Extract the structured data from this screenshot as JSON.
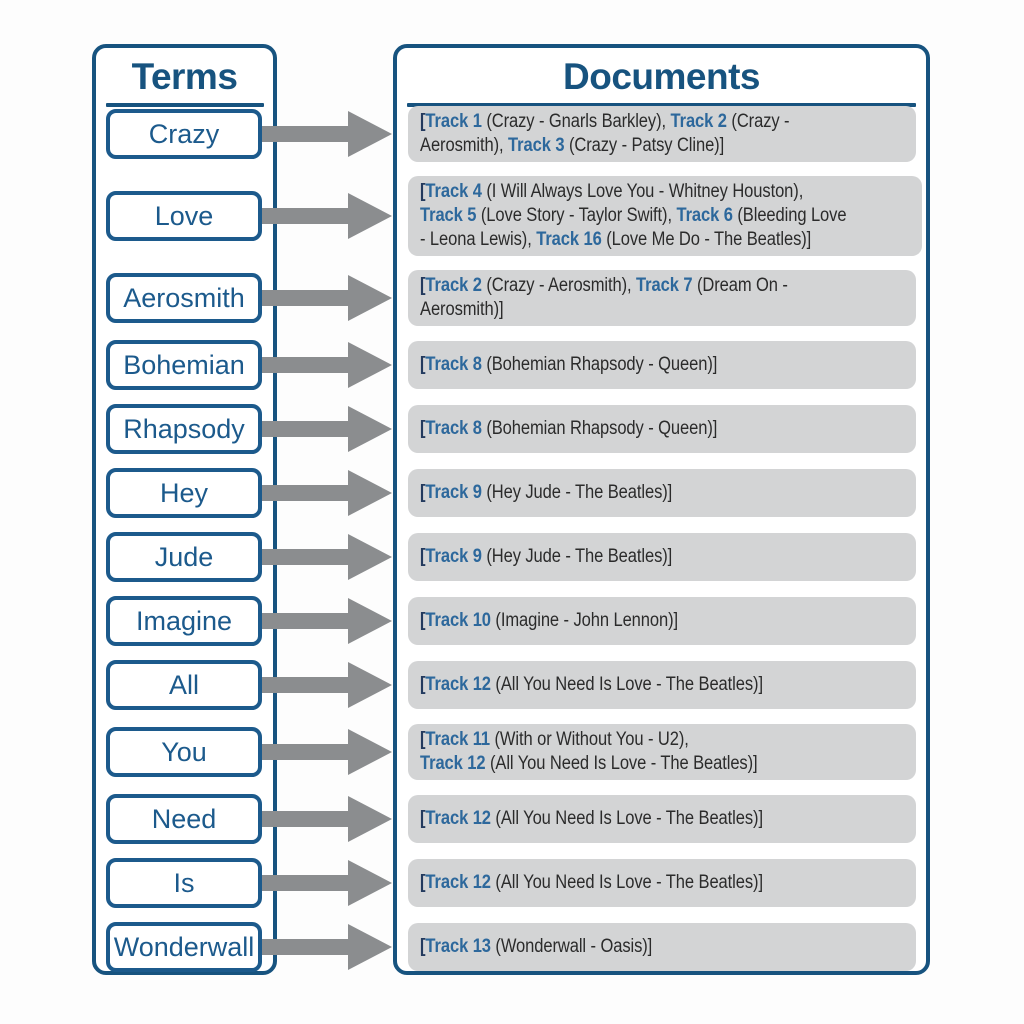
{
  "headers": {
    "terms": "Terms",
    "documents": "Documents"
  },
  "colors": {
    "panel_border_blue": "#17537f",
    "term_blue": "#1c5a8c",
    "track_link_blue": "#2d689c",
    "body_text": "#2b2b2b",
    "doc_box_gray": "#d3d4d5",
    "arrow_gray": "#8b8d8f"
  },
  "rows": [
    {
      "term": "Crazy",
      "doc_parts": [
        {
          "t": "bracket",
          "s": "["
        },
        {
          "t": "track",
          "s": "Track 1"
        },
        {
          "t": "text",
          "s": " (Crazy - Gnarls Barkley), "
        },
        {
          "t": "track",
          "s": "Track 2"
        },
        {
          "t": "text",
          "s": " (Crazy -"
        },
        {
          "t": "text",
          "s": "Aerosmith), "
        },
        {
          "t": "track",
          "s": "Track 3"
        },
        {
          "t": "text",
          "s": " (Crazy - Patsy Cline)]"
        }
      ]
    },
    {
      "term": "Love",
      "doc_parts": [
        {
          "t": "bracket",
          "s": "["
        },
        {
          "t": "track",
          "s": "Track 4"
        },
        {
          "t": "text",
          "s": " (I Will Always Love You - Whitney Houston),"
        },
        {
          "t": "track",
          "s": "Track 5"
        },
        {
          "t": "text",
          "s": " (Love Story - Taylor Swift), "
        },
        {
          "t": "track",
          "s": "Track 6"
        },
        {
          "t": "text",
          "s": " (Bleeding Love"
        },
        {
          "t": "text",
          "s": "- Leona Lewis), "
        },
        {
          "t": "track",
          "s": "Track 16"
        },
        {
          "t": "text",
          "s": " (Love Me Do - The Beatles)]"
        }
      ]
    },
    {
      "term": "Aerosmith",
      "doc_parts": [
        {
          "t": "bracket",
          "s": "["
        },
        {
          "t": "track",
          "s": "Track 2"
        },
        {
          "t": "text",
          "s": " (Crazy - Aerosmith), "
        },
        {
          "t": "track",
          "s": "Track 7"
        },
        {
          "t": "text",
          "s": " (Dream On -"
        },
        {
          "t": "text",
          "s": "Aerosmith)]"
        }
      ]
    },
    {
      "term": "Bohemian",
      "doc_parts": [
        {
          "t": "bracket",
          "s": "["
        },
        {
          "t": "track",
          "s": "Track 8"
        },
        {
          "t": "text",
          "s": " (Bohemian Rhapsody - Queen)]"
        }
      ]
    },
    {
      "term": "Rhapsody",
      "doc_parts": [
        {
          "t": "bracket",
          "s": "["
        },
        {
          "t": "track",
          "s": "Track 8"
        },
        {
          "t": "text",
          "s": " (Bohemian Rhapsody - Queen)]"
        }
      ]
    },
    {
      "term": "Hey",
      "doc_parts": [
        {
          "t": "bracket",
          "s": "["
        },
        {
          "t": "track",
          "s": "Track 9"
        },
        {
          "t": "text",
          "s": " (Hey Jude - The Beatles)]"
        }
      ]
    },
    {
      "term": "Jude",
      "doc_parts": [
        {
          "t": "bracket",
          "s": "["
        },
        {
          "t": "track",
          "s": "Track 9"
        },
        {
          "t": "text",
          "s": " (Hey Jude - The Beatles)]"
        }
      ]
    },
    {
      "term": "Imagine",
      "doc_parts": [
        {
          "t": "bracket",
          "s": "["
        },
        {
          "t": "track",
          "s": "Track 10"
        },
        {
          "t": "text",
          "s": " (Imagine - John Lennon)]"
        }
      ]
    },
    {
      "term": "All",
      "doc_parts": [
        {
          "t": "bracket",
          "s": "["
        },
        {
          "t": "track",
          "s": "Track 12"
        },
        {
          "t": "text",
          "s": " (All You Need Is Love - The Beatles)]"
        }
      ]
    },
    {
      "term": "You",
      "doc_parts": [
        {
          "t": "bracket",
          "s": "["
        },
        {
          "t": "track",
          "s": "Track 11"
        },
        {
          "t": "text",
          "s": " (With or Without You - U2),"
        },
        {
          "t": "track",
          "s": "Track 12"
        },
        {
          "t": "text",
          "s": " (All You Need Is Love - The Beatles)]"
        }
      ]
    },
    {
      "term": "Need",
      "doc_parts": [
        {
          "t": "bracket",
          "s": "["
        },
        {
          "t": "track",
          "s": "Track 12"
        },
        {
          "t": "text",
          "s": " (All You Need Is Love - The Beatles)]"
        }
      ]
    },
    {
      "term": "Is",
      "doc_parts": [
        {
          "t": "bracket",
          "s": "["
        },
        {
          "t": "track",
          "s": "Track 12"
        },
        {
          "t": "text",
          "s": " (All You Need Is Love - The Beatles)]"
        }
      ]
    },
    {
      "term": "Wonderwall",
      "doc_parts": [
        {
          "t": "bracket",
          "s": "["
        },
        {
          "t": "track",
          "s": "Track 13"
        },
        {
          "t": "text",
          "s": " (Wonderwall - Oasis)]"
        }
      ]
    }
  ]
}
